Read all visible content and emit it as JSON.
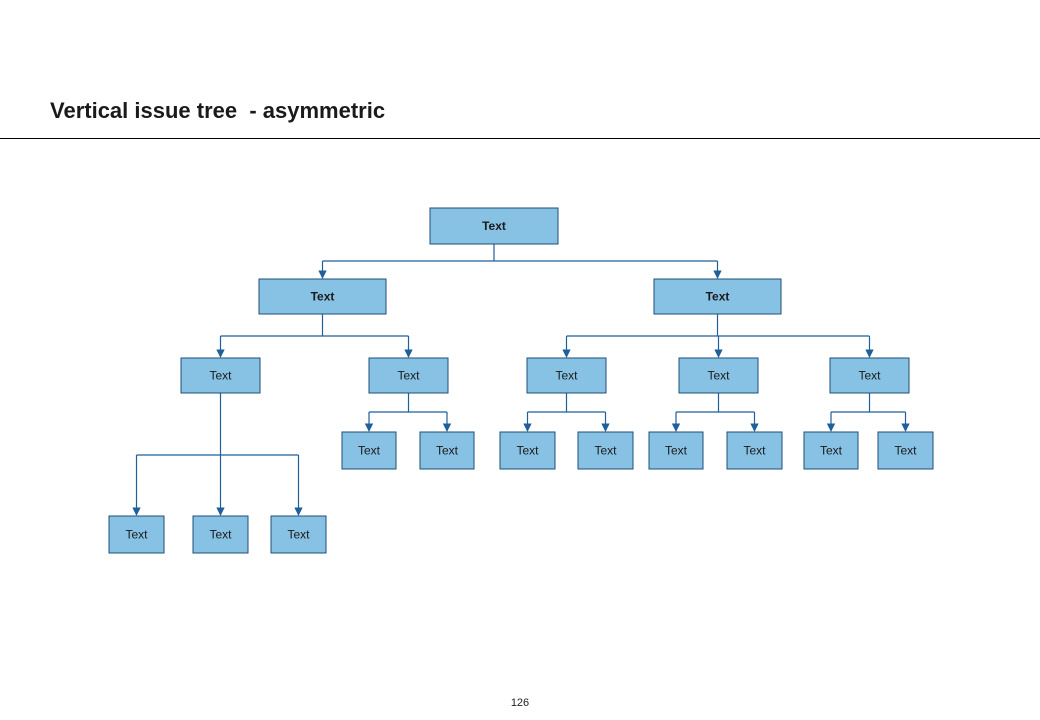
{
  "header": {
    "title": "Vertical issue tree  - asymmetric"
  },
  "colors": {
    "node_fill": "#87c1e4",
    "node_border": "#1f4e79",
    "connector": "#1f5f9a"
  },
  "tree": {
    "label": "Text",
    "children": [
      {
        "label": "Text",
        "children": [
          {
            "label": "Text",
            "children": [
              {
                "label": "Text"
              },
              {
                "label": "Text"
              },
              {
                "label": "Text"
              }
            ]
          },
          {
            "label": "Text",
            "children": [
              {
                "label": "Text"
              },
              {
                "label": "Text"
              }
            ]
          }
        ]
      },
      {
        "label": "Text",
        "children": [
          {
            "label": "Text",
            "children": [
              {
                "label": "Text"
              },
              {
                "label": "Text"
              }
            ]
          },
          {
            "label": "Text",
            "children": [
              {
                "label": "Text"
              },
              {
                "label": "Text"
              }
            ]
          },
          {
            "label": "Text",
            "children": [
              {
                "label": "Text"
              },
              {
                "label": "Text"
              }
            ]
          }
        ]
      }
    ]
  },
  "footer": {
    "page_number": "126"
  }
}
